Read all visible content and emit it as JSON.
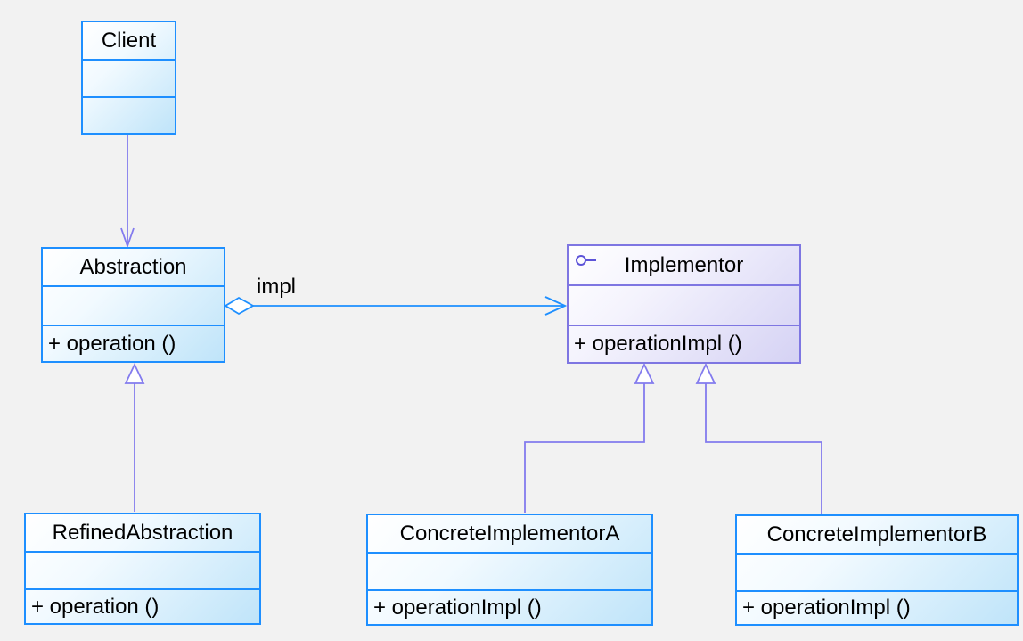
{
  "diagram": {
    "kind": "uml-class-diagram",
    "pattern": "Bridge",
    "background_color": "#f2f2f2",
    "colors": {
      "class_border_blue": "#1e8fff",
      "class_fill_blue_end": "#bfe4f9",
      "class_border_purple": "#7e76e2",
      "class_fill_purple_end": "#d5d2f4",
      "connector_blue": "#1e8fff",
      "connector_purple": "#837bee",
      "text": "#000000"
    },
    "classes": [
      {
        "id": "client",
        "name": "Client",
        "icon": null,
        "attributes": [],
        "methods": []
      },
      {
        "id": "abstraction",
        "name": "Abstraction",
        "icon": null,
        "attributes": [],
        "methods": [
          "+ operation ()"
        ]
      },
      {
        "id": "implementor",
        "name": "Implementor",
        "icon": "interface-lollipop-icon",
        "attributes": [],
        "methods": [
          "+ operationImpl ()"
        ]
      },
      {
        "id": "refined",
        "name": "RefinedAbstraction",
        "icon": null,
        "attributes": [],
        "methods": [
          "+ operation ()"
        ]
      },
      {
        "id": "cimpla",
        "name": "ConcreteImplementorA",
        "icon": null,
        "attributes": [],
        "methods": [
          "+ operationImpl ()"
        ]
      },
      {
        "id": "cimplb",
        "name": "ConcreteImplementorB",
        "icon": null,
        "attributes": [],
        "methods": [
          "+ operationImpl ()"
        ]
      }
    ],
    "relationships": [
      {
        "type": "dependency-open-arrow",
        "from": "Client",
        "to": "Abstraction",
        "label": ""
      },
      {
        "type": "aggregation-open-diamond-open-arrow",
        "from": "Abstraction",
        "to": "Implementor",
        "label": "impl"
      },
      {
        "type": "generalization-hollow-triangle",
        "from": "RefinedAbstraction",
        "to": "Abstraction",
        "label": ""
      },
      {
        "type": "generalization-hollow-triangle",
        "from": "ConcreteImplementorA",
        "to": "Implementor",
        "label": ""
      },
      {
        "type": "generalization-hollow-triangle",
        "from": "ConcreteImplementorB",
        "to": "Implementor",
        "label": ""
      }
    ],
    "edge_labels": {
      "impl": "impl"
    }
  }
}
